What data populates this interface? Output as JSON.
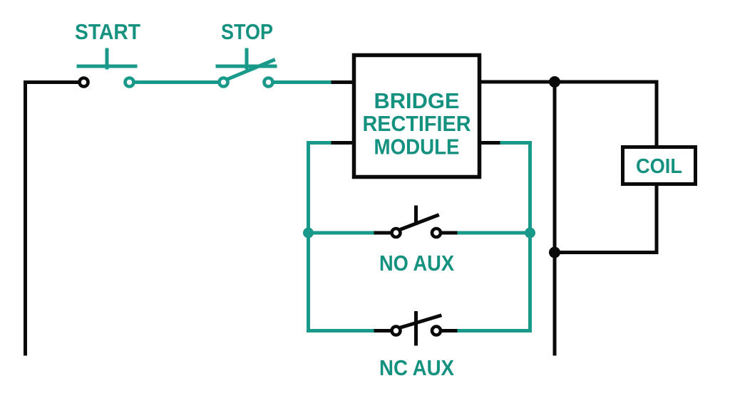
{
  "diagram": {
    "colors": {
      "background": "#ffffff",
      "wire": "#0a0a0a",
      "accent_wire": "#18998a",
      "label_text": "#14917f"
    },
    "components": [
      {
        "id": "start-pushbutton",
        "label": "START",
        "symbol": "normally-open-pushbutton-contact"
      },
      {
        "id": "stop-pushbutton",
        "label": "STOP",
        "symbol": "normally-closed-pushbutton-contact"
      },
      {
        "id": "bridge-rectifier-module",
        "lines": [
          "BRIDGE",
          "RECTIFIER",
          "MODULE"
        ],
        "symbol": "rectangular-component-box"
      },
      {
        "id": "coil",
        "label": "COIL",
        "symbol": "rectangular-component-box"
      },
      {
        "id": "no-aux-contact",
        "label": "NO AUX",
        "symbol": "normally-open-contact"
      },
      {
        "id": "nc-aux-contact",
        "label": "NC AUX",
        "symbol": "normally-closed-contact"
      }
    ]
  }
}
